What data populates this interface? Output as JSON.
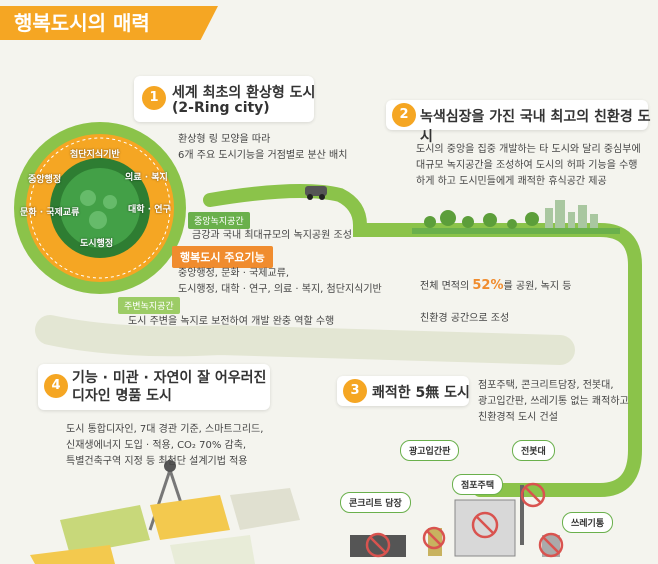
{
  "title": "행복도시의 매력",
  "colors": {
    "accent": "#f5a623",
    "green": "#6ab04c",
    "orange": "#f08c2e",
    "road": "#8bc34a"
  },
  "sections": [
    {
      "num": "1",
      "head": "세계 최초의 환상형 도시",
      "sub": "(2-Ring city)",
      "body": "환상형 링 모양을 따라\n6개 주요 도시기능을 거점별로 분산 배치"
    },
    {
      "num": "2",
      "head": "녹색심장을 가진 국내 최고의 친환경 도시",
      "body": "도시의 중앙을 집중 개발하는 타 도시와 달리 중심부에\n대규모 녹지공간을 조성하여 도시의 허파 기능을 수행\n하게 하고 도시민들에게 쾌적한 휴식공간 제공"
    },
    {
      "num": "3",
      "head": "쾌적한 5無 도시",
      "body": "점포주택, 콘크리트담장, 전봇대,\n광고입간판, 쓰레기통 없는 쾌적하고\n친환경적 도시 건설"
    },
    {
      "num": "4",
      "head": "기능 · 미관 · 자연이 잘 어우러진\n디자인 명품 도시",
      "body": "도시 통합디자인, 7대 경관 기준, 스마트그리드,\n신재생에너지 도입 · 적용, CO₂ 70% 감축,\n특별건축구역 지정 등 최첨단 설계기법 적용"
    }
  ],
  "ring_labels": [
    "첨단지식기반",
    "의료 · 복지",
    "대학 · 연구",
    "도시행정",
    "문화 · 국제교류",
    "중앙행정"
  ],
  "tags": {
    "central_green": "중앙녹지공간",
    "central_green_desc": "금강과 국내 최대규모의 녹지공원 조성",
    "main_functions": "행복도시 주요기능",
    "main_functions_desc": "중앙행정, 문화 · 국제교류,\n도시행정, 대학 · 연구, 의료 · 복지, 첨단지식기반",
    "peripheral_green": "주변녹지공간",
    "peripheral_green_desc": "도시 주변을 녹지로 보전하여 개발 완충 역할 수행"
  },
  "green_ratio_text": {
    "pre": "전체 면적의 ",
    "pct": "52%",
    "post": "를 공원, 녹지 등",
    "line2": "친환경 공간으로 조성"
  },
  "five_nos": [
    "광고입간판",
    "전봇대",
    "점포주택",
    "콘크리트 담장",
    "쓰레기통"
  ]
}
